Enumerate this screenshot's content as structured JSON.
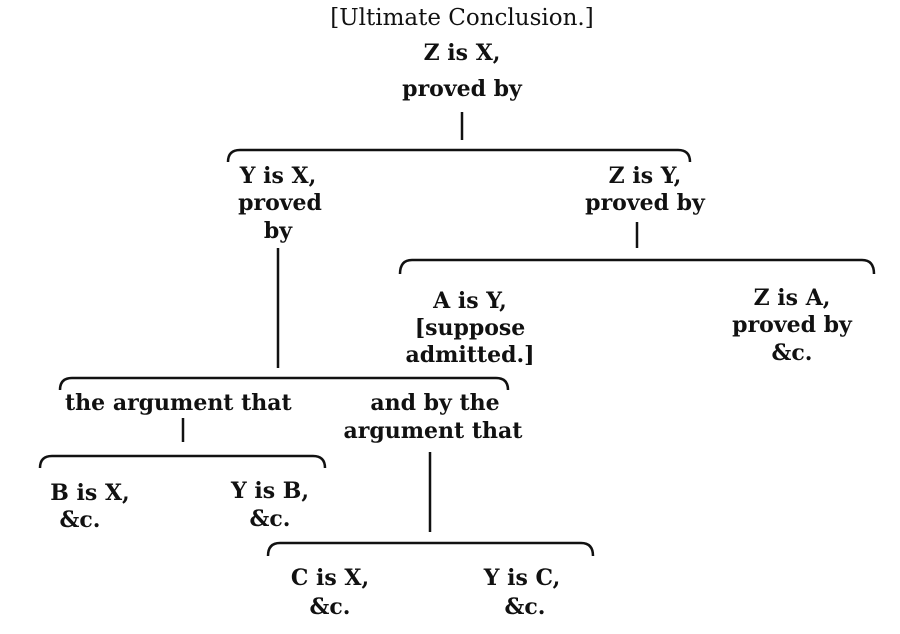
{
  "root": {
    "title": "[Ultimate Conclusion.]",
    "line1": "Z is X,",
    "line2": "proved by"
  },
  "left_branch": {
    "line1": "Y is X,",
    "line2": "proved",
    "line3": "by"
  },
  "right_branch": {
    "line1": "Z is Y,",
    "line2": "proved by"
  },
  "a_is_y": {
    "line1": "A is Y,",
    "line2": "[suppose",
    "line3": "admitted.]"
  },
  "z_is_a": {
    "line1": "Z is A,",
    "line2": "proved by",
    "line3": "&c."
  },
  "argument1": {
    "label": "the argument that"
  },
  "argument2": {
    "line1": "and by the",
    "line2": "argument that"
  },
  "b_is_x": {
    "line1": "B is X,",
    "line2": "&c."
  },
  "y_is_b": {
    "line1": "Y is B,",
    "line2": "&c."
  },
  "c_is_x": {
    "line1": "C is X,",
    "line2": "&c."
  },
  "y_is_c": {
    "line1": "Y is C,",
    "line2": "&c."
  }
}
